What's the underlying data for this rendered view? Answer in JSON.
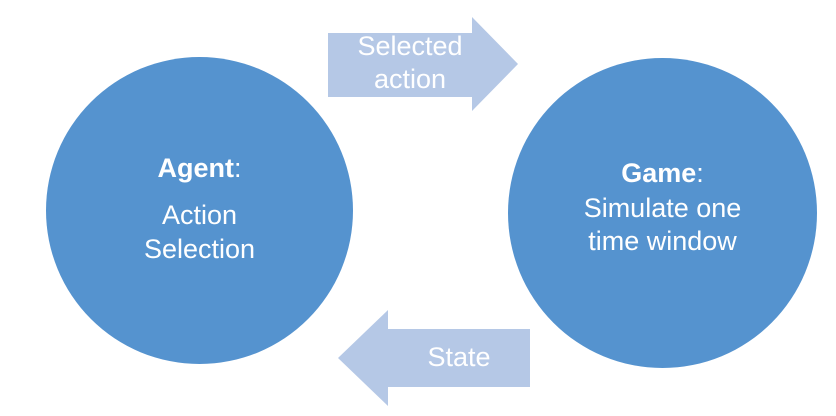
{
  "colors": {
    "background": "#ffffff",
    "circle_fill": "#5593CF",
    "circle_text": "#ffffff",
    "arrow_fill": "#B5C8E6",
    "arrow_text": "#ffffff"
  },
  "agent_circle": {
    "title": "Agent",
    "colon": ":",
    "line1": "Action",
    "line2": "Selection"
  },
  "game_circle": {
    "title": "Game",
    "colon": ":",
    "line1": "Simulate one",
    "line2": "time window"
  },
  "top_arrow": {
    "direction": "right",
    "label_line1": "Selected",
    "label_line2": "action"
  },
  "bottom_arrow": {
    "direction": "left",
    "label": "State"
  }
}
